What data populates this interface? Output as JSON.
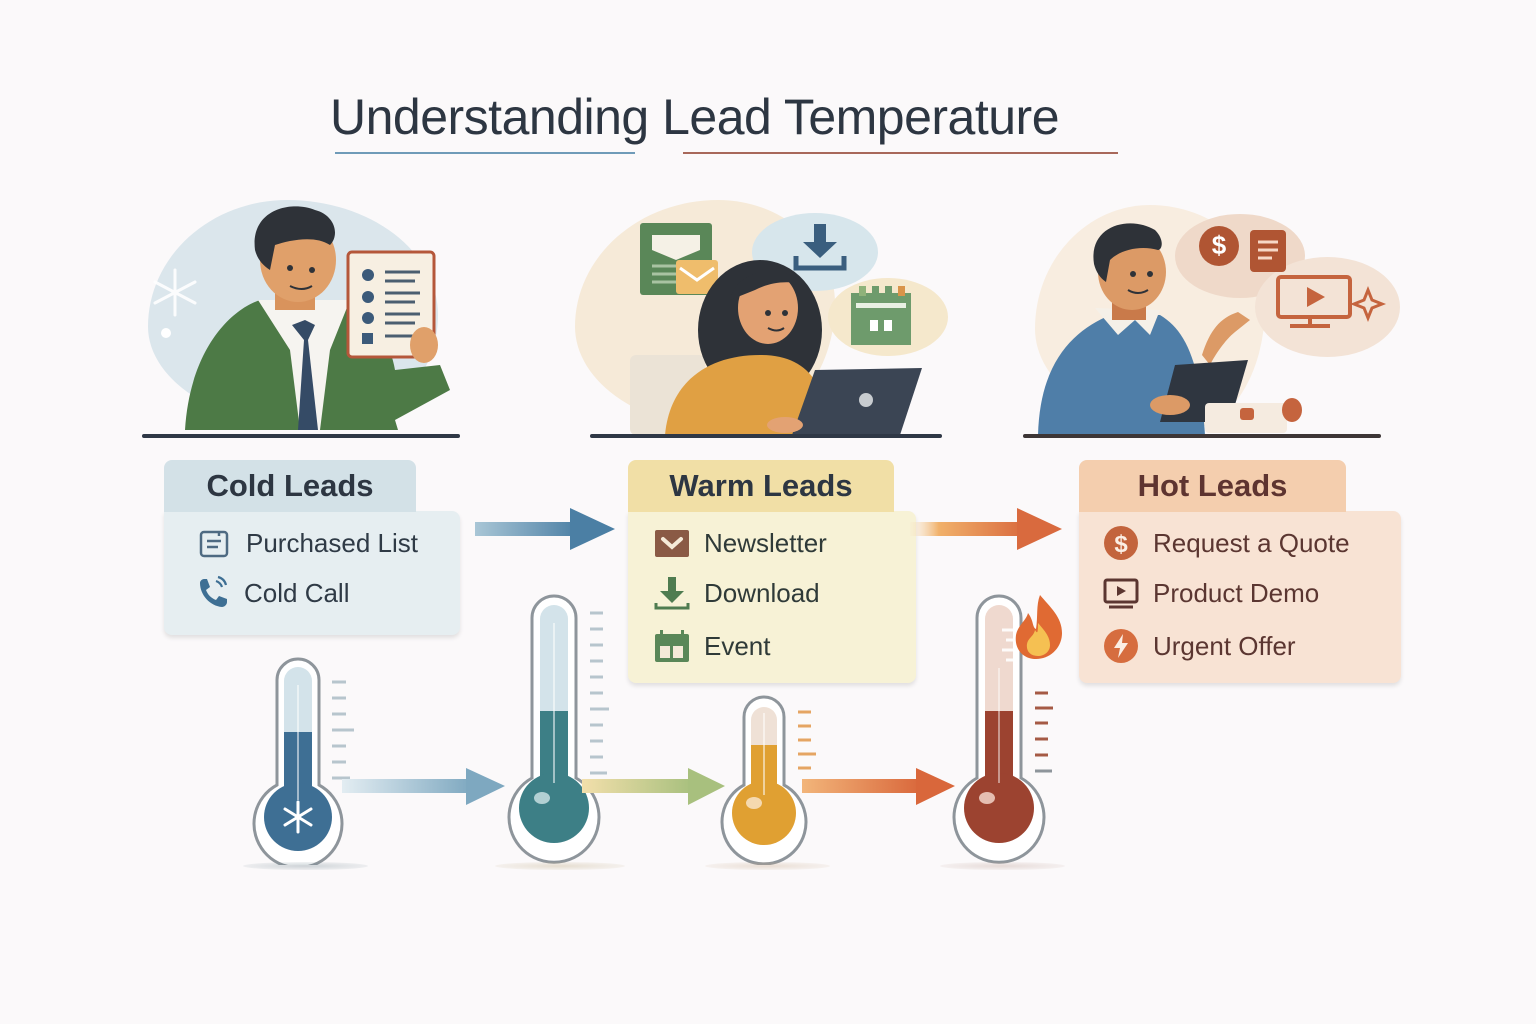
{
  "title": "Understanding Lead Temperature",
  "colors": {
    "title_text": "#2d3642",
    "title_underline_left": "#6f9bb8",
    "title_underline_right": "#a8685a",
    "cold_accent": "#3f6f93",
    "warm_accent": "#5c8a5e",
    "hot_accent": "#c86438"
  },
  "stages": [
    {
      "id": "cold",
      "label": "Cold Leads",
      "items": [
        {
          "icon": "document-list-icon",
          "label": "Purchased List"
        },
        {
          "icon": "phone-call-icon",
          "label": "Cold Call"
        }
      ],
      "illustration": "man-in-green-jacket-holding-checklist",
      "thermometer": {
        "level": "low",
        "bulb_icon": "snowflake-icon",
        "color": "#3e6f94"
      }
    },
    {
      "id": "warm",
      "label": "Warm Leads",
      "items": [
        {
          "icon": "envelope-icon",
          "label": "Newsletter"
        },
        {
          "icon": "download-icon",
          "label": "Download"
        },
        {
          "icon": "calendar-icon",
          "label": "Event"
        }
      ],
      "illustration": "woman-at-laptop-with-email-download-calendar-bubbles",
      "thermometer": {
        "level": "medium",
        "color": "#3d7f86"
      }
    },
    {
      "id": "hot",
      "label": "Hot Leads",
      "items": [
        {
          "icon": "dollar-icon",
          "label": "Request a Quote"
        },
        {
          "icon": "monitor-play-icon",
          "label": "Product Demo"
        },
        {
          "icon": "lightning-icon",
          "label": "Urgent Offer"
        }
      ],
      "illustration": "man-with-tablet-and-quote-demo-bubbles",
      "thermometer": {
        "level": "high",
        "bulb_icon": "flame-icon",
        "color": "#9c4330"
      }
    }
  ],
  "thermometers": [
    {
      "name": "cold",
      "fill_color": "#3e6f94"
    },
    {
      "name": "cool",
      "fill_color": "#3d7f86"
    },
    {
      "name": "warm",
      "fill_color": "#e0a032"
    },
    {
      "name": "hot",
      "fill_color": "#9c4330"
    }
  ]
}
